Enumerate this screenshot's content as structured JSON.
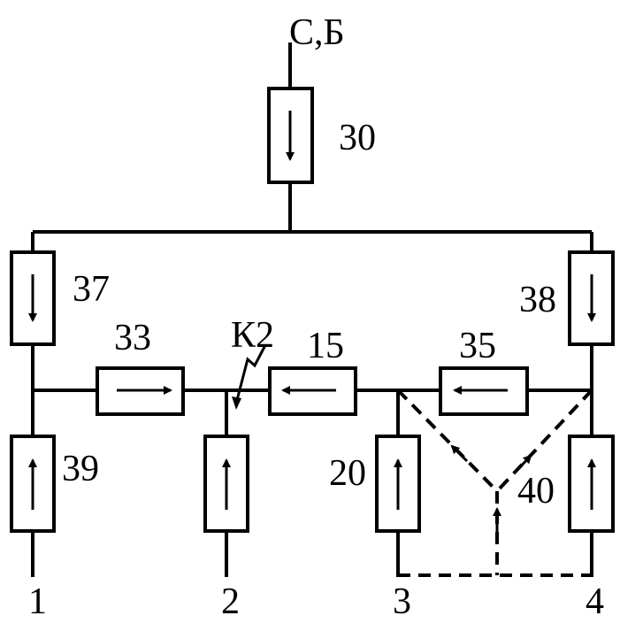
{
  "source_label": "С,Б",
  "fault_label": "К2",
  "elements": {
    "e30": "30",
    "e37": "37",
    "e38": "38",
    "e33": "33",
    "e15": "15",
    "e35": "35",
    "e39": "39",
    "e20": "20",
    "e40": "40"
  },
  "nodes": {
    "n1": "1",
    "n2": "2",
    "n3": "3",
    "n4": "4"
  }
}
